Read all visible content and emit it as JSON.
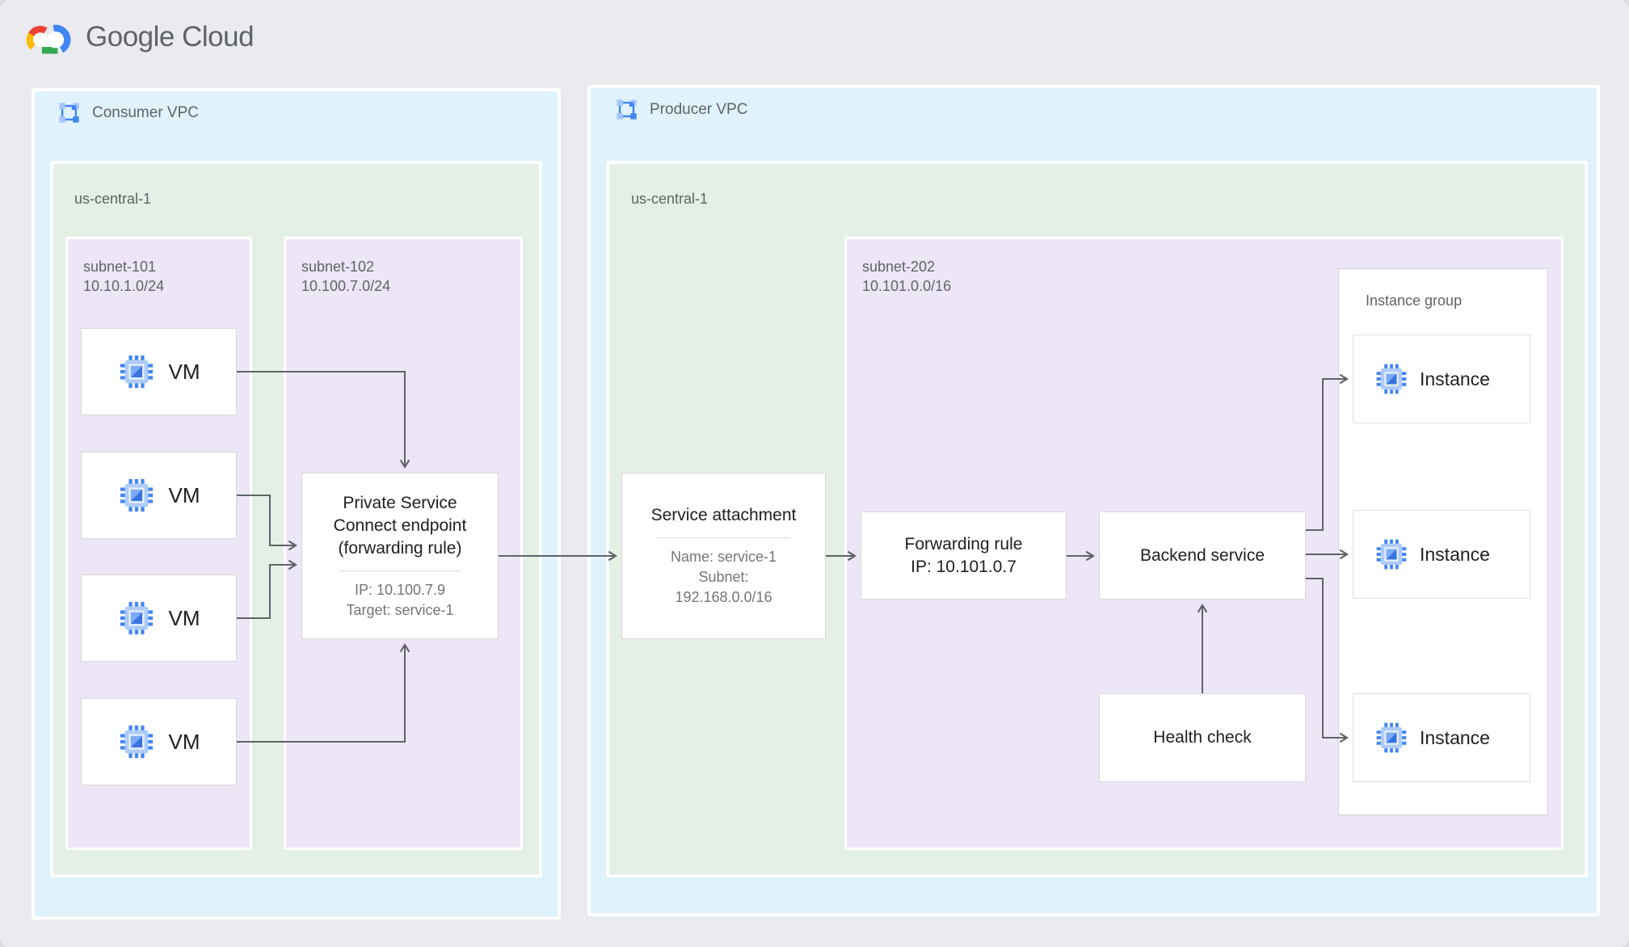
{
  "logo": {
    "text": "Google Cloud"
  },
  "consumer_vpc": {
    "label": "Consumer VPC",
    "region_label": "us-central-1",
    "subnet_101": {
      "name": "subnet-101",
      "cidr": "10.10.1.0/24",
      "vm_labels": [
        "VM",
        "VM",
        "VM",
        "VM"
      ]
    },
    "subnet_102": {
      "name": "subnet-102",
      "cidr": "10.100.7.0/24",
      "psc_endpoint": {
        "title": "Private Service Connect endpoint (forwarding rule)",
        "detail_ip": "IP: 10.100.7.9",
        "detail_target": "Target: service-1"
      }
    }
  },
  "producer_vpc": {
    "label": "Producer VPC",
    "region_label": "us-central-1",
    "service_attachment": {
      "title": "Service attachment",
      "detail_name": "Name: service-1",
      "detail_subnet_label": "Subnet:",
      "detail_subnet_cidr": "192.168.0.0/16"
    },
    "subnet_202": {
      "name": "subnet-202",
      "cidr": "10.101.0.0/16",
      "forwarding_rule": {
        "title": "Forwarding rule",
        "detail_ip": "IP: 10.101.0.7"
      },
      "backend_service": {
        "title": "Backend service"
      },
      "health_check": {
        "title": "Health check"
      },
      "instance_group": {
        "label": "Instance group",
        "instance_labels": [
          "Instance",
          "Instance",
          "Instance"
        ]
      }
    }
  },
  "colors": {
    "page_bg": "#e9ebee",
    "vpc_zone": "#e0f3fc",
    "region_zone": "#e4f0e5",
    "subnet_zone": "#ede6f6",
    "node_bg": "#ffffff",
    "node_border": "#d9d9d9",
    "arrow": "#5f6368",
    "title_text": "#202124",
    "zone_label_text": "#5f6368",
    "detail_text": "#757575",
    "icon_blue": "#4285f4",
    "icon_light_blue": "#aecbfa",
    "logo_red": "#ea4335",
    "logo_yellow": "#fbbc04",
    "logo_green": "#34a853",
    "logo_blue": "#4285f4"
  }
}
